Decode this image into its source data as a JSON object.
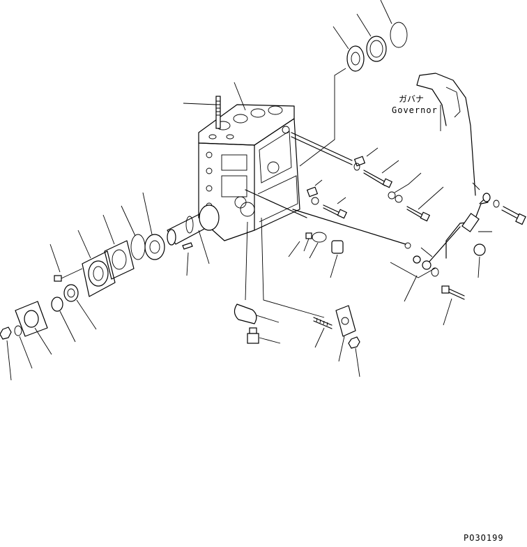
{
  "diagram": {
    "governor_label_jp": "ガバナ",
    "governor_label_en": "Governor",
    "figure_code": "PO3O199"
  },
  "colors": {
    "ink": "#000000",
    "paper": "#ffffff"
  }
}
